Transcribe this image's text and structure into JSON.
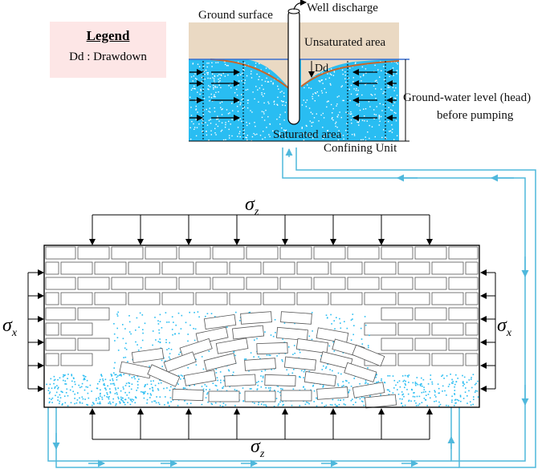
{
  "legend": {
    "title": "Legend",
    "item": "Dd : Drawdown"
  },
  "labels": {
    "ground_surface": "Ground surface",
    "well_discharge": "Well discharge",
    "unsaturated": "Unsaturated area",
    "dd": "Dd",
    "gw_level_1": "Ground-water level (head)",
    "gw_level_2": "before pumping",
    "saturated": "Saturated area",
    "confining": "Confining Unit"
  },
  "stress": {
    "sigma": "σ",
    "z": "z",
    "x": "x"
  },
  "colors": {
    "water": "#29bdf2",
    "soil": "#ead9c3",
    "drawdown_curve": "#c8672c",
    "head_line": "#3a6fd0",
    "flow_pipe": "#4fb8dc"
  }
}
